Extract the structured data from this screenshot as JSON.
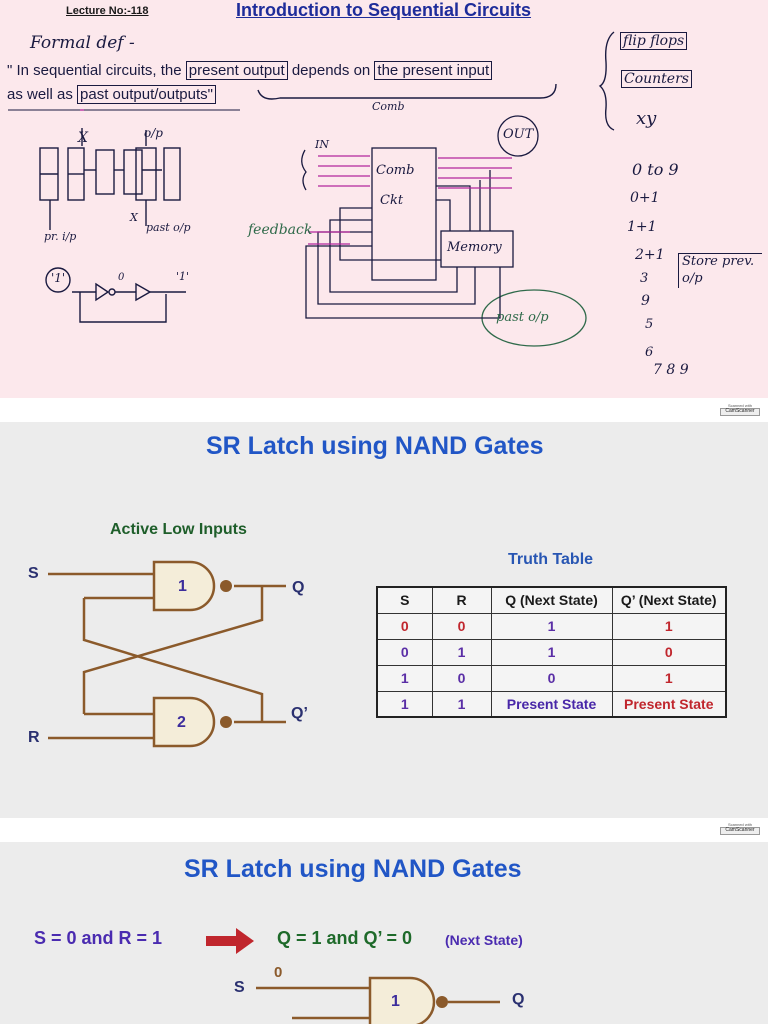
{
  "page1": {
    "lecture_no": "Lecture No:-118",
    "title": "Introduction to Sequential Circuits",
    "formal_def": "Formal def -",
    "definition_line1_a": "\" In sequential circuits, the",
    "definition_line1_box1": "present output",
    "definition_line1_b": "depends on",
    "definition_line1_box2": "the present input",
    "definition_line2_a": "as well as",
    "definition_line2_box": "past output/outputs\"",
    "comb_note": "Comb",
    "flip_flops": "flip flops",
    "counters": "Counters",
    "xy": "xy",
    "counting": [
      "0 to 9",
      "0+1",
      "1+1",
      "2+1",
      "3",
      "9",
      "5",
      "6",
      "7 8 9"
    ],
    "store_note": "Store prev. o/p",
    "diagram_labels": {
      "x": "X",
      "op": "o/p",
      "pr_inp": "pr. i/p",
      "past_op": "past o/p",
      "xd": "X",
      "one": "'1'",
      "zero": "0",
      "one_out": "'1'",
      "in": "IN",
      "out": "OUT",
      "comb": "Comb",
      "ckt": "Ckt",
      "memory": "Memory",
      "feedback": "feedback",
      "past_op_circle": "past o/p"
    }
  },
  "scan": {
    "line1": "Scanned with",
    "line2": "CamScanner"
  },
  "slide1": {
    "title": "SR Latch using NAND Gates",
    "subtitle": "Active Low Inputs",
    "labels": {
      "s": "S",
      "r": "R",
      "q": "Q",
      "qbar": "Q’",
      "gate1": "1",
      "gate2": "2"
    },
    "truth_table": {
      "caption": "Truth Table",
      "headers": [
        "S",
        "R",
        "Q (Next State)",
        "Q’ (Next State)"
      ],
      "rows": [
        [
          "0",
          "0",
          "1",
          "1"
        ],
        [
          "0",
          "1",
          "1",
          "0"
        ],
        [
          "1",
          "0",
          "0",
          "1"
        ],
        [
          "1",
          "1",
          "Present State",
          "Present State"
        ]
      ]
    },
    "colors": {
      "wire": "#8b5a2b",
      "gate_fill": "#f4edd9",
      "title": "#2156c6"
    }
  },
  "slide2": {
    "title": "SR Latch using NAND Gates",
    "condition": "S = 0 and R = 1",
    "result": "Q = 1 and Q’ = 0",
    "note": "(Next State)",
    "labels": {
      "s": "S",
      "s_value": "0",
      "gate1": "1",
      "q": "Q"
    }
  }
}
